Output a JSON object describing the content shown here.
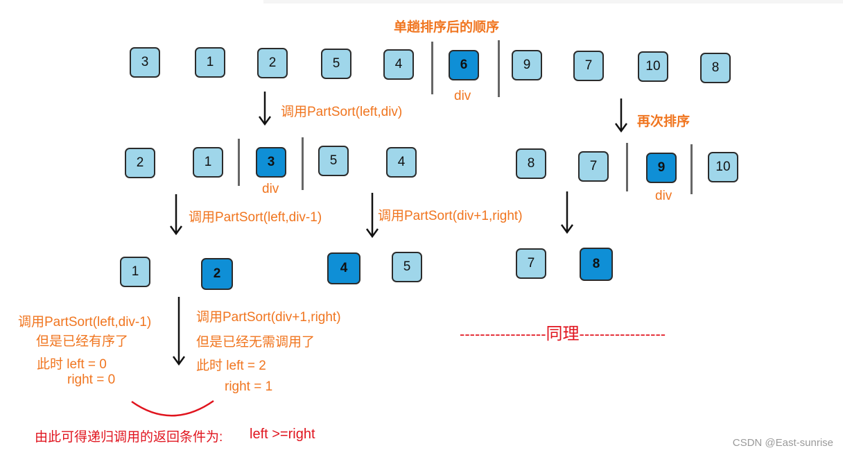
{
  "diagram": {
    "top_label": "单趟排序后的顺序",
    "row1": {
      "boxes": [
        "3",
        "1",
        "2",
        "5",
        "4",
        "6",
        "9",
        "7",
        "10",
        "8"
      ],
      "pivot_index": 5,
      "pivot_label": "div"
    },
    "left_call_1": "调用PartSort(left,div)",
    "right_call_1": "再次排序",
    "row2_left": {
      "boxes": [
        "2",
        "1",
        "3",
        "5",
        "4"
      ],
      "pivot_index": 2,
      "pivot_label": "div"
    },
    "row2_right": {
      "boxes": [
        "8",
        "7",
        "9",
        "10"
      ],
      "pivot_index": 2,
      "pivot_label": "div"
    },
    "call_left_2": "调用PartSort(left,div-1)",
    "call_right_2": "调用PartSort(div+1,right)",
    "row3_a": [
      "1",
      "2"
    ],
    "row3_b": [
      "4",
      "5"
    ],
    "row3_c": [
      "7",
      "8"
    ],
    "note_left": {
      "line1": "调用PartSort(left,div-1)",
      "line2": "但是已经有序了",
      "line3": "此时 left = 0",
      "line4": "right = 0"
    },
    "note_right": {
      "line1": "调用PartSort(div+1,right)",
      "line2": "但是已经无需调用了",
      "line3": "此时 left = 2",
      "line4": "right = 1"
    },
    "same_reason_dashes_left": "-----------------",
    "same_reason_text": "同理",
    "same_reason_dashes_right": "-----------------",
    "conclusion": "由此可得递归调用的返回条件为:",
    "conclusion_condition": "left >=right",
    "watermark": "CSDN @East-sunrise"
  },
  "colors": {
    "box_fill": "#9fd6ea",
    "pivot_fill": "#0f8fd6",
    "orange_text": "#f0751f",
    "red_text": "#e0141e"
  }
}
